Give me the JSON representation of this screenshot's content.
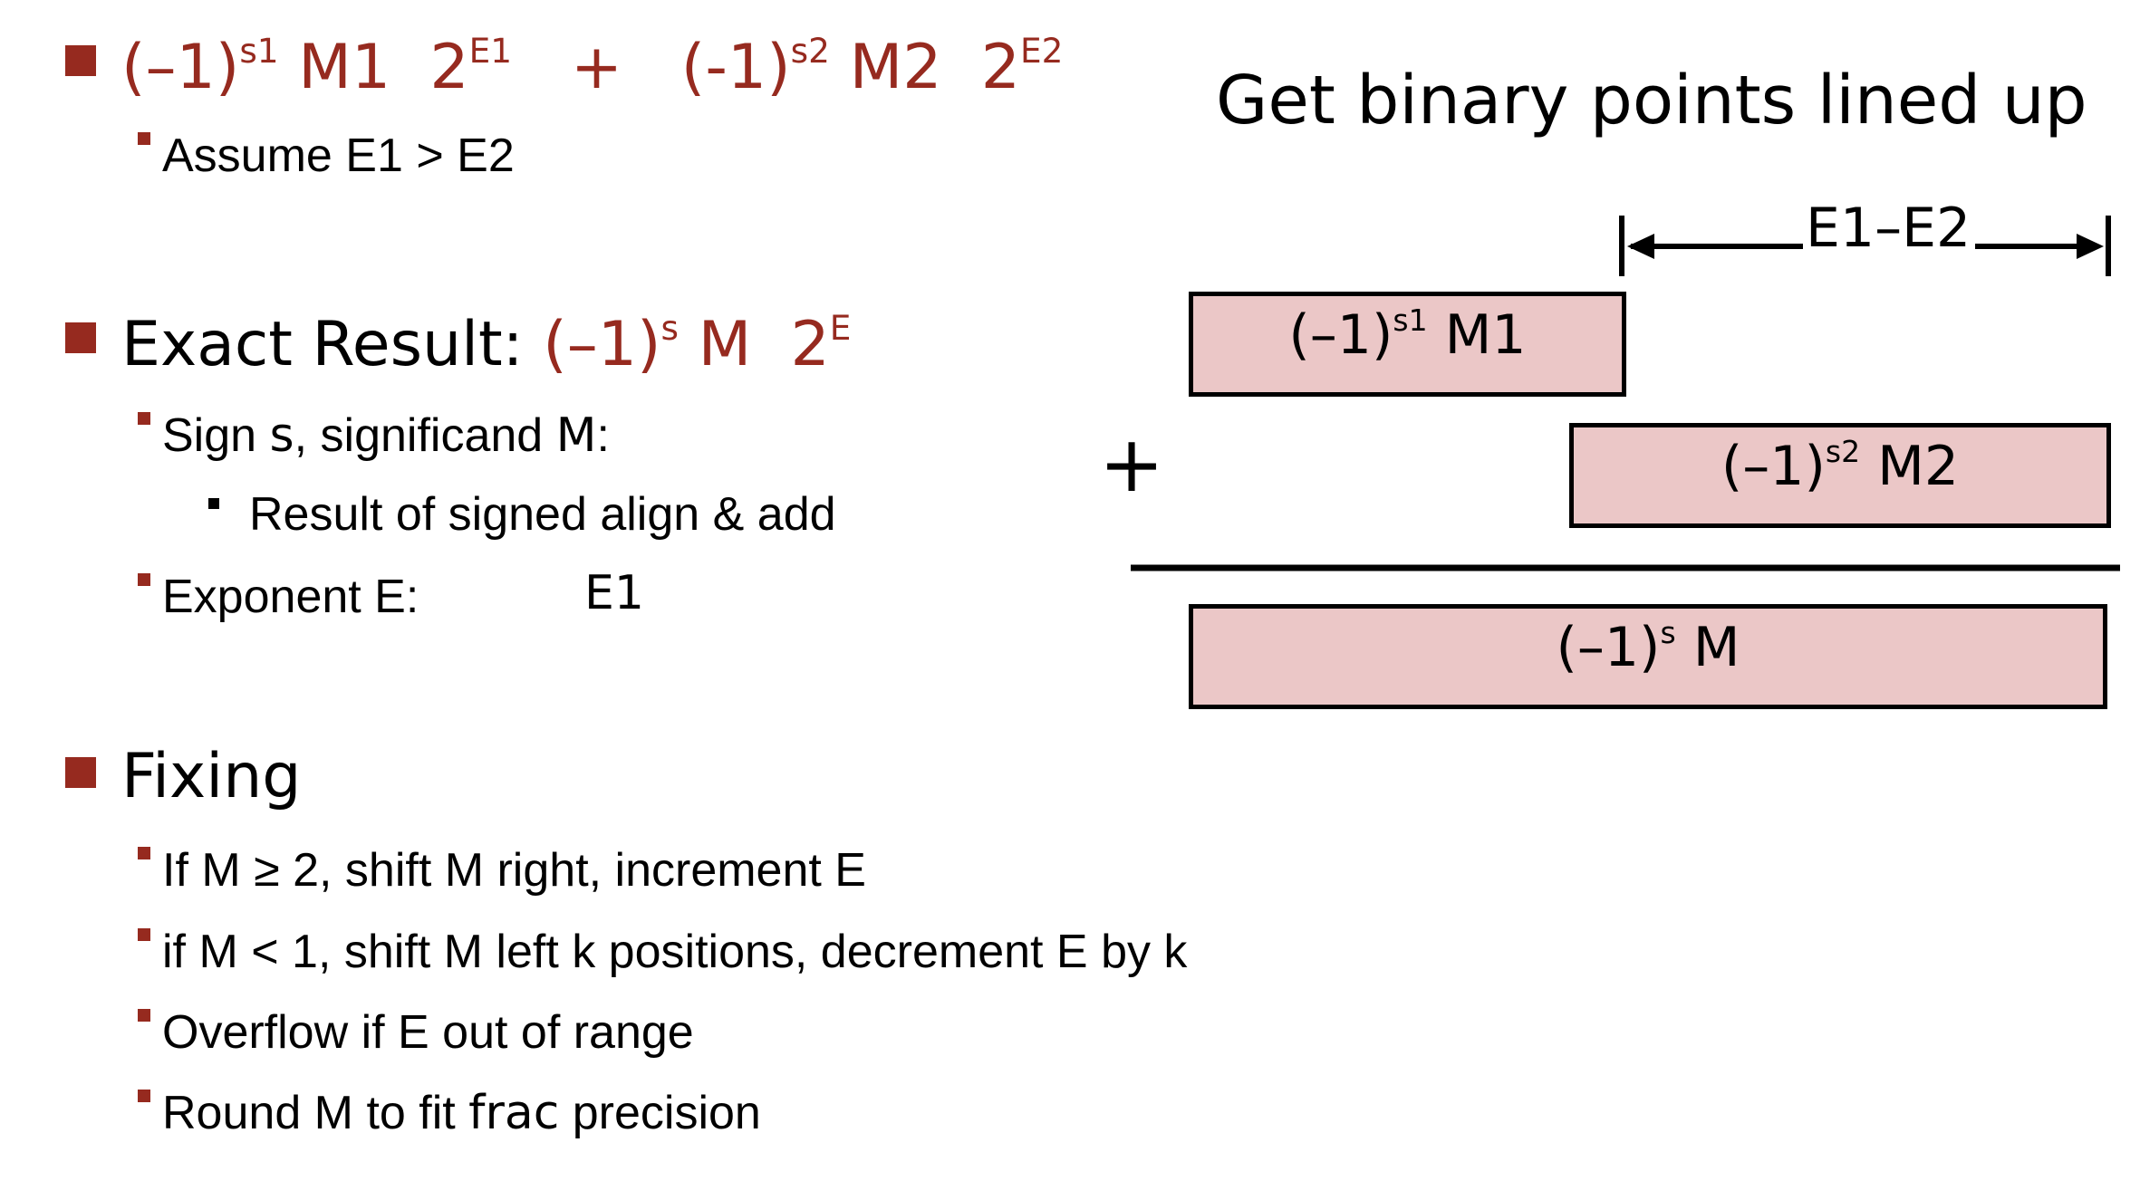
{
  "colors": {
    "accent": "#962a1f",
    "box_fill": "#ebc7c7",
    "text": "#000000"
  },
  "formula": {
    "part1_base": "(–1)",
    "part1_sup": "s1",
    "part1_m": "M1",
    "part1_two": "2",
    "part1_exp": "E1",
    "plus": "+",
    "part2_base": "(-1)",
    "part2_sup": "s2",
    "part2_m": "M2",
    "part2_two": "2",
    "part2_exp": "E2"
  },
  "assume": "Assume E1 > E2",
  "exact": {
    "label": "Exact Result: ",
    "base": "(–1)",
    "sup": "s",
    "m": "M",
    "two": "2",
    "exp": "E"
  },
  "sign_item": {
    "pre": "Sign ",
    "s": "s",
    "mid": ", significand ",
    "m": "M",
    "post": ":"
  },
  "result_item": "Result of signed align & add",
  "exponent_item": {
    "label": "Exponent E:",
    "value": "E1"
  },
  "fixing": {
    "heading": "Fixing",
    "items": [
      "If M ≥ 2, shift M right, increment E",
      "if M < 1, shift M left k positions, decrement E by k",
      "Overflow if E out of range"
    ],
    "round": {
      "pre": "Round M to fit ",
      "frac": "frac",
      "post": " precision"
    }
  },
  "diagram": {
    "title": "Get binary points lined up",
    "span_label": "E1–E2",
    "plus": "+",
    "box1": {
      "base": "(–1)",
      "sup": "s1",
      "m": "M1"
    },
    "box2": {
      "base": "(–1)",
      "sup": "s2",
      "m": "M2"
    },
    "box3": {
      "base": "(–1)",
      "sup": "s",
      "m": "M"
    }
  }
}
